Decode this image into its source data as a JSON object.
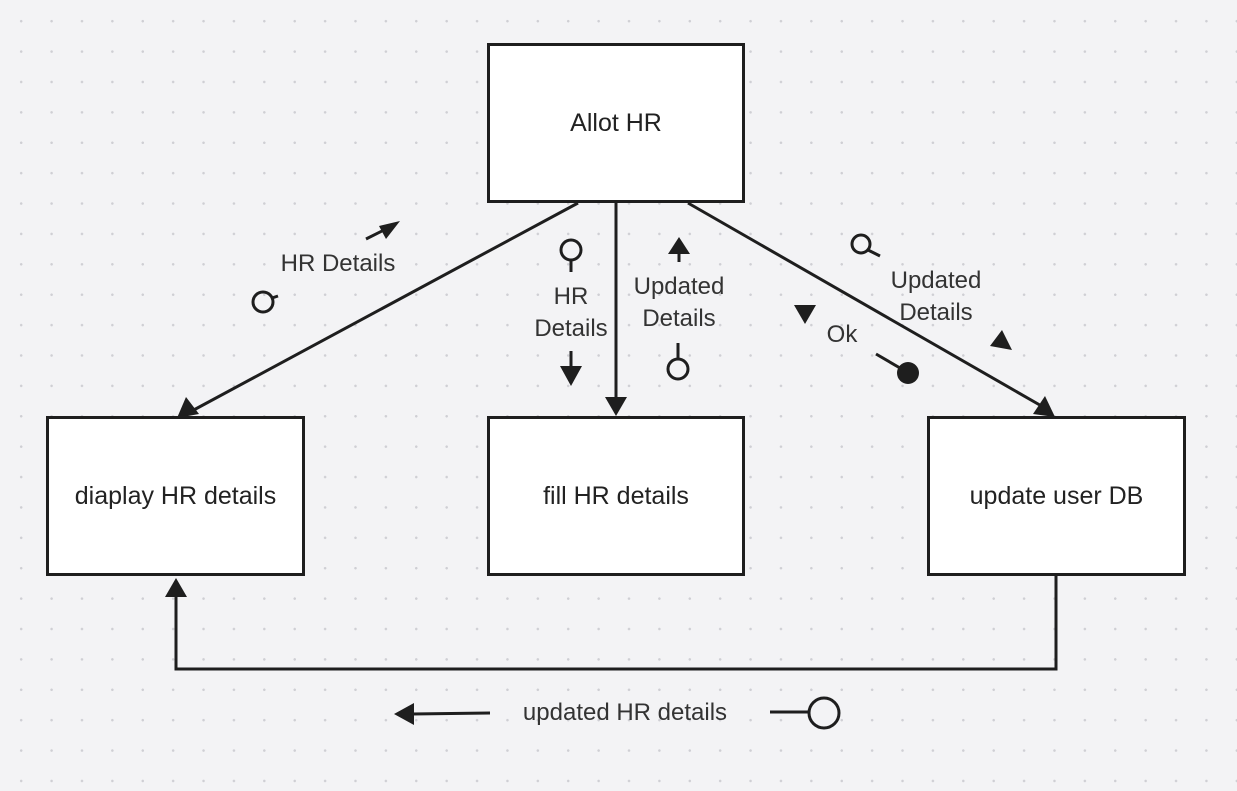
{
  "nodes": {
    "allot": "Allot HR",
    "display": "diaplay HR details",
    "fill": "fill HR details",
    "update": "update user DB"
  },
  "labels": {
    "hr_details_left": "HR Details",
    "hr_details_center": "HR\nDetails",
    "updated_details_center": "Updated\nDetails",
    "updated_details_right": "Updated\nDetails",
    "ok": "Ok",
    "updated_hr_details": "updated HR details"
  },
  "colors": {
    "line": "#1e1e1e",
    "box_fill": "#ffffff",
    "canvas": "#f3f3f5"
  }
}
